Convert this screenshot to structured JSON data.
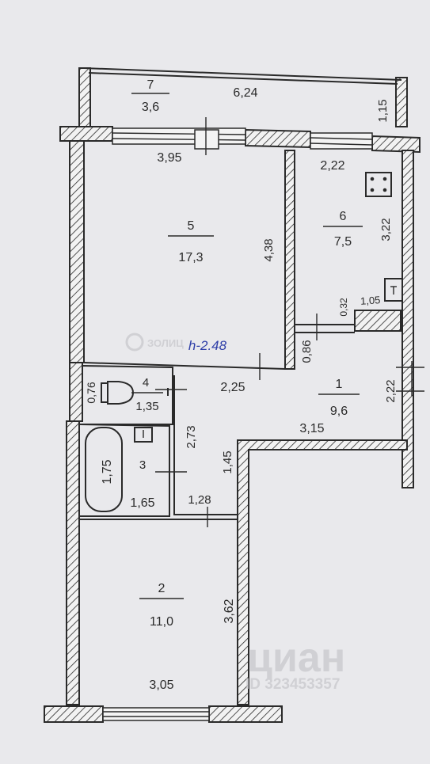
{
  "rooms": [
    {
      "number": "7",
      "area": "3,6"
    },
    {
      "number": "5",
      "area": "17,3"
    },
    {
      "number": "6",
      "area": "7,5"
    },
    {
      "number": "1",
      "area": "9,6"
    },
    {
      "number": "4",
      "area": "1,35"
    },
    {
      "number": "3",
      "area": ""
    },
    {
      "number": "2",
      "area": "11,0"
    }
  ],
  "dimensions": {
    "balcony_length": "6,24",
    "balcony_depth": "1,15",
    "room5_width": "3,95",
    "room5_depth": "4,38",
    "kitchen_width": "2,22",
    "kitchen_depth": "3,22",
    "partition_1": "0,32",
    "partition_2": "1,05",
    "hall_door": "0,86",
    "hall_right": "2,22",
    "hall_width_top": "2,25",
    "hall_width_bottom": "3,15",
    "wc_depth": "0,76",
    "bath_length": "1,75",
    "bath_room_width": "1,65",
    "corridor_width": "1,28",
    "corridor_length": "2,73",
    "corridor_side": "1,45",
    "room2_depth": "3,62",
    "room2_width": "3,05"
  },
  "ceiling_height": "h-2.48",
  "watermarks": {
    "top_logo": "ЗОЛИЦ",
    "brand": "циан",
    "id_text": "ID 323453357"
  },
  "colors": {
    "ink": "#2a2a2a",
    "paper": "#e9e9ec",
    "ceiling_label": "#2f3fa8",
    "watermark": "#c8c8cc"
  }
}
